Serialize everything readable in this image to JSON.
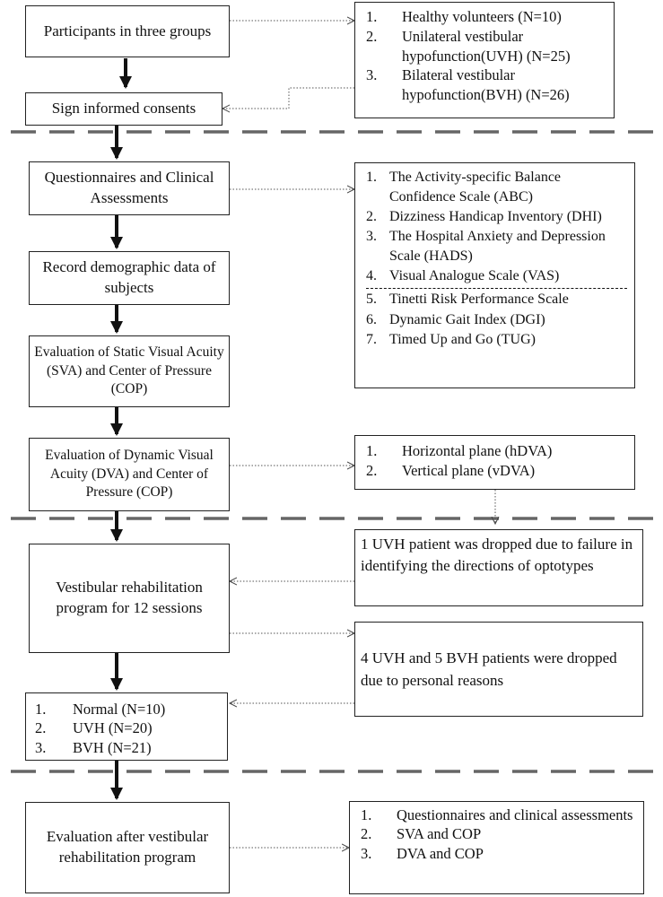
{
  "boxes": {
    "participants": "Participants in three groups",
    "consent": "Sign informed consents",
    "questionnaires": "Questionnaires and Clinical Assessments",
    "demographic": "Record demographic data of subjects",
    "static_eval": "Evaluation of Static Visual Acuity (SVA) and Center of Pressure (COP)",
    "dynamic_eval": "Evaluation of Dynamic Visual Acuity (DVA) and Center of Pressure (COP)",
    "rehab": "Vestibular rehabilitation program for 12 sessions",
    "after_eval": "Evaluation after vestibular rehabilitation program"
  },
  "groups_list": [
    {
      "num": "1.",
      "text": "Healthy volunteers (N=10)"
    },
    {
      "num": "2.",
      "text": "Unilateral vestibular hypofunction(UVH) (N=25)"
    },
    {
      "num": "3.",
      "text": "Bilateral vestibular hypofunction(BVH) (N=26)"
    }
  ],
  "assessments_list": [
    {
      "num": "1.",
      "text": "The Activity-specific Balance Confidence Scale (ABC)"
    },
    {
      "num": "2.",
      "text": "Dizziness Handicap Inventory (DHI)"
    },
    {
      "num": "3.",
      "text": "The Hospital Anxiety and Depression Scale (HADS)"
    },
    {
      "num": "4.",
      "text": "Visual Analogue Scale (VAS)"
    },
    {
      "num": "5.",
      "text": "Tinetti Risk Performance Scale"
    },
    {
      "num": "6.",
      "text": "Dynamic Gait Index (DGI)"
    },
    {
      "num": "7.",
      "text": "Timed Up and Go (TUG)"
    }
  ],
  "dva_list": [
    {
      "num": "1.",
      "text": "Horizontal plane (hDVA)"
    },
    {
      "num": "2.",
      "text": "Vertical plane (vDVA)"
    }
  ],
  "dropout_notes": {
    "note1": "1 UVH patient was dropped due to failure in identifying the directions of optotypes",
    "note2": "4 UVH and 5 BVH patients were dropped due to personal reasons"
  },
  "final_groups": [
    {
      "num": "1.",
      "text": "Normal (N=10)"
    },
    {
      "num": "2.",
      "text": "UVH (N=20)"
    },
    {
      "num": "3.",
      "text": "BVH (N=21)"
    }
  ],
  "after_list": [
    {
      "num": "1.",
      "text": "Questionnaires and clinical assessments"
    },
    {
      "num": "2.",
      "text": "SVA and COP"
    },
    {
      "num": "3.",
      "text": "DVA and COP"
    }
  ]
}
